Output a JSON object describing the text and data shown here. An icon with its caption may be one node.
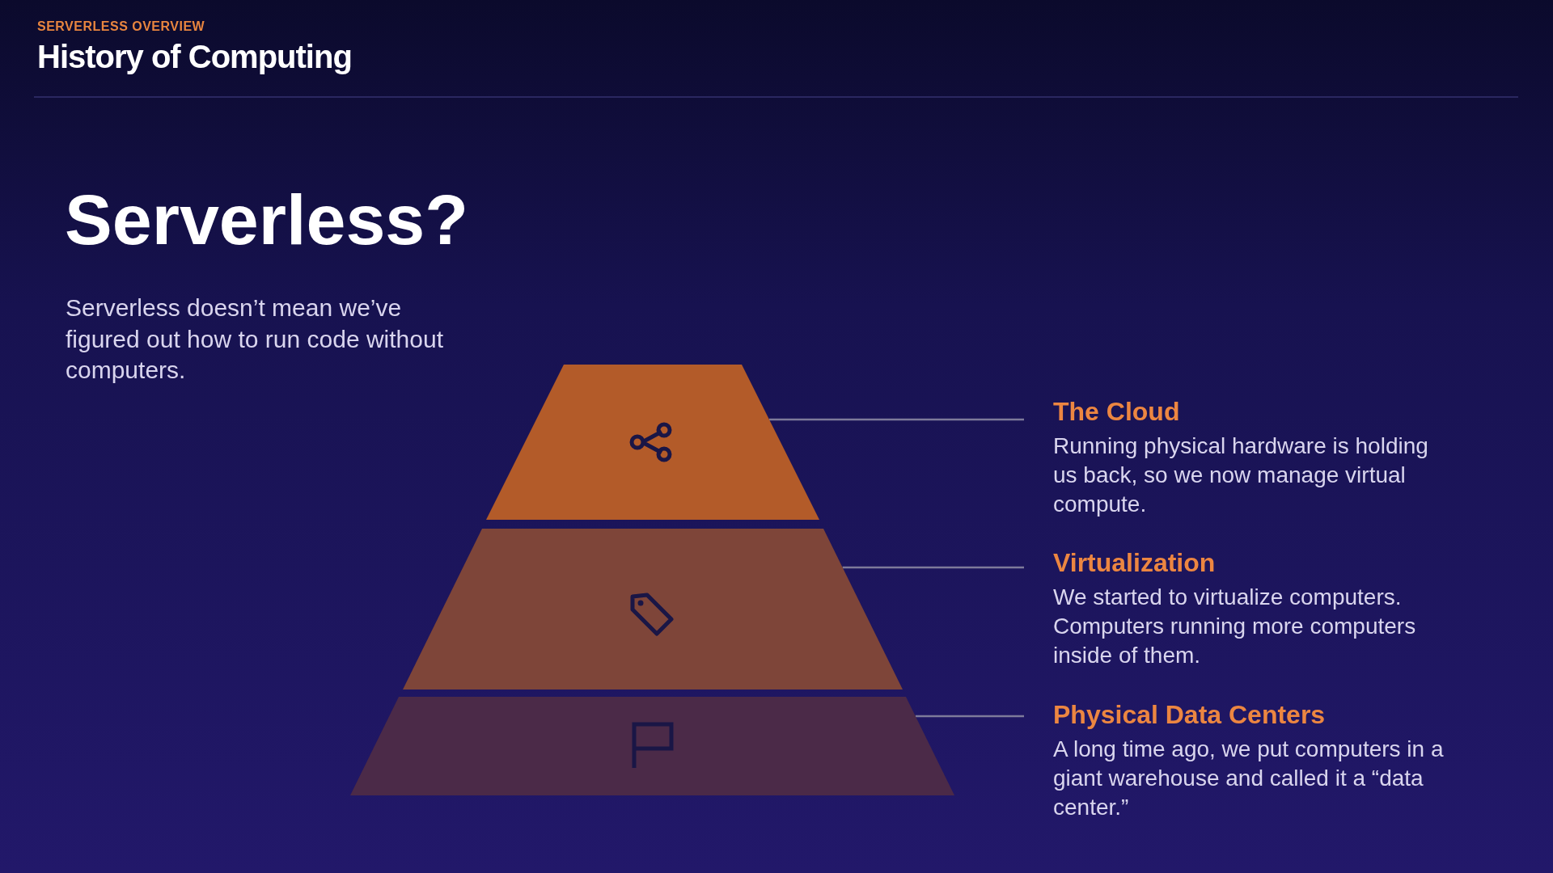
{
  "diagram": {
    "title": "History of Computing",
    "nodes": [
      {
        "text": [],
        "shape": "trapezoid"
      },
      {
        "text": [
          "The Cloud",
          "Running physical hardware is holding us back, so we now manage virtual compute."
        ]
      },
      {
        "text": [],
        "shape": "trapezoid"
      },
      {
        "text": [
          "Virtualization",
          "We started to virtualize computers. Computers running more computers inside of them."
        ]
      },
      {
        "text": [],
        "shape": "trapezoid"
      },
      {
        "text": [
          "Physical Data Centers",
          "A long time ago, we put computers in a giant warehouse and called it a “data center.”"
        ]
      }
    ],
    "edges": [
      {
        "from": 0,
        "to": 1,
        "arrow": "none"
      },
      {
        "from": 2,
        "to": 3,
        "arrow": "none"
      },
      {
        "from": 4,
        "to": 5,
        "arrow": "none"
      }
    ],
    "labels": [
      "SERVERLESS OVERVIEW",
      "Serverless?",
      "Serverless doesn’t mean we’ve figured out how to run code without computers."
    ]
  }
}
